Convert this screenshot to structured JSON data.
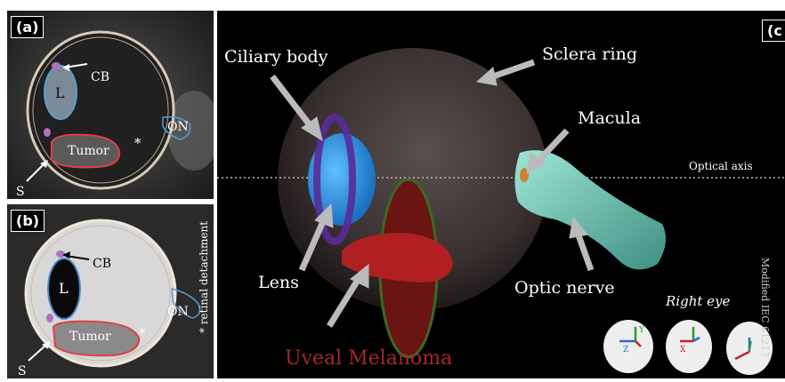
{
  "panels": {
    "a": {
      "tag": "(a)",
      "labels": {
        "cb": "CB",
        "lens": "L",
        "tumor": "Tumor",
        "star": "*",
        "on": "ON",
        "s": "S"
      }
    },
    "b": {
      "tag": "(b)",
      "labels": {
        "cb": "CB",
        "lens": "L",
        "tumor": "Tumor",
        "star": "*",
        "on": "ON",
        "s": "S"
      }
    },
    "c": {
      "tag": "(c"
    }
  },
  "side_note": "* retinal detachment",
  "render_labels": {
    "ciliary_body": "Ciliary body",
    "sclera_ring": "Sclera ring",
    "macula": "Macula",
    "optical_axis": "Optical axis",
    "lens": "Lens",
    "optic_nerve": "Optic nerve",
    "uveal_melanoma": "Uveal Melanoma",
    "right_eye": "Right eye",
    "vertical_credit": "Modified IEC 61217"
  },
  "axis_letters": {
    "y": "Y",
    "z": "Z",
    "x": "X"
  },
  "colors": {
    "lens": "#2f8fdc",
    "ciliary": "#6a2aa6",
    "tumor": "#8a1010",
    "nerve": "#7fcfc0",
    "sclera": "#6a5c5c",
    "melanoma_text": "#a8262a",
    "axis_y": "#2a9a2a",
    "axis_z": "#2a6ad0",
    "axis_x": "#d02020"
  }
}
